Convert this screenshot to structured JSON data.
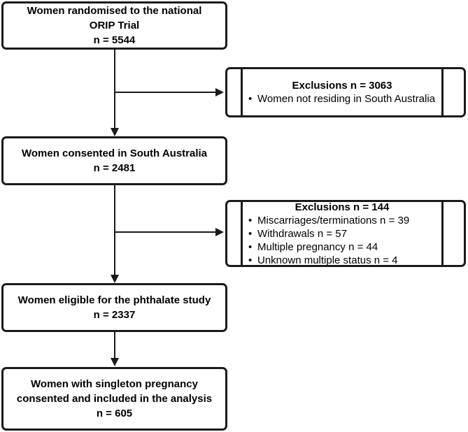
{
  "diagram": {
    "type": "consort-flow-diagram",
    "accent_color": "#1a1a1a",
    "background_color": "#ffffff",
    "nodes": [
      {
        "id": "randomised",
        "lines": [
          "Women randomised to the national",
          "ORIP Trial",
          "n = 5544"
        ]
      },
      {
        "id": "consented-sa",
        "lines": [
          "Women consented in South Australia",
          "n = 2481"
        ]
      },
      {
        "id": "eligible-phthalate",
        "lines": [
          "Women eligible for the phthalate study",
          "n = 2337"
        ]
      },
      {
        "id": "included-analysis",
        "lines": [
          "Women with singleton pregnancy",
          "consented and included in the analysis",
          "n = 605"
        ]
      }
    ],
    "exclusions": [
      {
        "id": "exclusions-1",
        "title": "Exclusions n = 3063",
        "bullet_glyph": "•",
        "items": [
          "Women not residing in South Australia"
        ]
      },
      {
        "id": "exclusions-2",
        "title": "Exclusions n = 144",
        "bullet_glyph": "•",
        "items": [
          "Miscarriages/terminations n = 39",
          "Withdrawals n = 57",
          "Multiple pregnancy n = 44",
          "Unknown multiple status n = 4"
        ]
      }
    ]
  }
}
